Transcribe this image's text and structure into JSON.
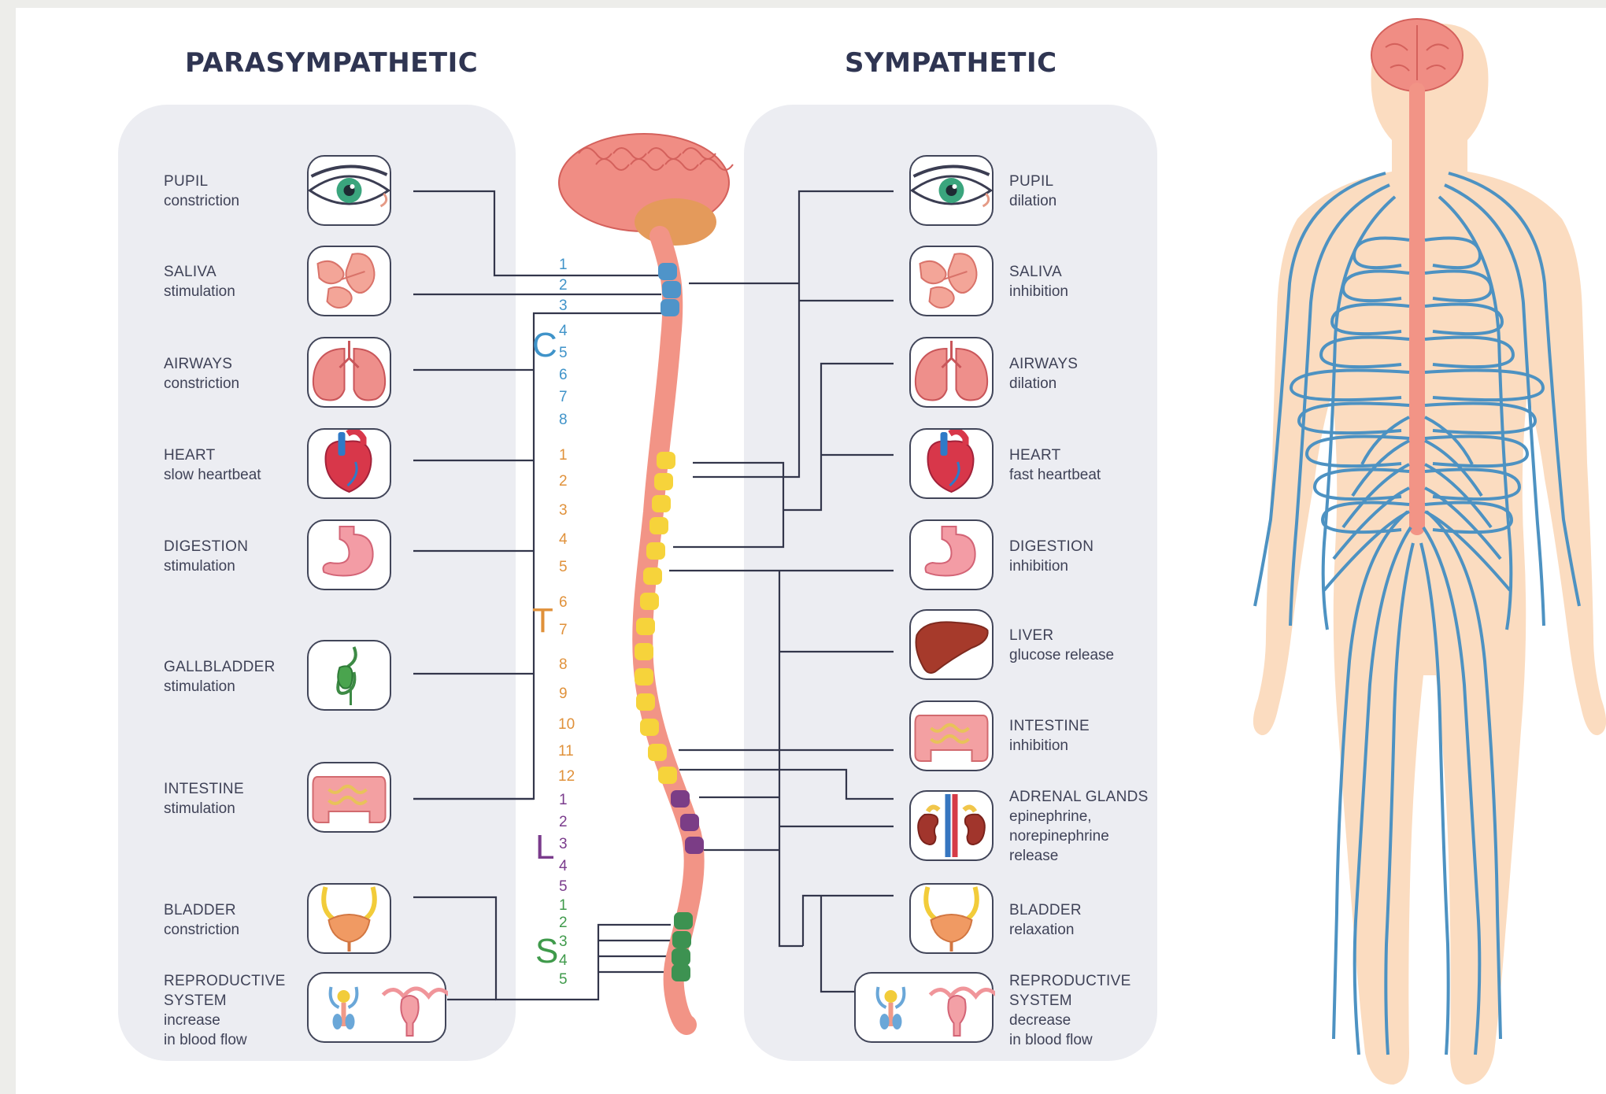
{
  "titles": {
    "parasympathetic": "PARASYMPATHETIC",
    "sympathetic": "SYMPATHETIC"
  },
  "parasympathetic": [
    {
      "organ": "PUPIL",
      "effect": [
        "constriction"
      ],
      "icon": "eye-icon"
    },
    {
      "organ": "SALIVA",
      "effect": [
        "stimulation"
      ],
      "icon": "salivary-gland-icon"
    },
    {
      "organ": "AIRWAYS",
      "effect": [
        "constriction"
      ],
      "icon": "lungs-icon"
    },
    {
      "organ": "HEART",
      "effect": [
        "slow heartbeat"
      ],
      "icon": "heart-icon"
    },
    {
      "organ": "DIGESTION",
      "effect": [
        "stimulation"
      ],
      "icon": "stomach-icon"
    },
    {
      "organ": "GALLBLADDER",
      "effect": [
        "stimulation"
      ],
      "icon": "gallbladder-icon"
    },
    {
      "organ": "INTESTINE",
      "effect": [
        "stimulation"
      ],
      "icon": "intestine-icon"
    },
    {
      "organ": "BLADDER",
      "effect": [
        "constriction"
      ],
      "icon": "bladder-icon"
    },
    {
      "organ": "REPRODUCTIVE",
      "organ2": "SYSTEM",
      "effect": [
        "increase",
        "in blood flow"
      ],
      "icon": "reproductive-organs-icon"
    }
  ],
  "sympathetic": [
    {
      "organ": "PUPIL",
      "effect": [
        "dilation"
      ],
      "icon": "eye-icon"
    },
    {
      "organ": "SALIVA",
      "effect": [
        "inhibition"
      ],
      "icon": "salivary-gland-icon"
    },
    {
      "organ": "AIRWAYS",
      "effect": [
        "dilation"
      ],
      "icon": "lungs-icon"
    },
    {
      "organ": "HEART",
      "effect": [
        "fast heartbeat"
      ],
      "icon": "heart-icon"
    },
    {
      "organ": "DIGESTION",
      "effect": [
        "inhibition"
      ],
      "icon": "stomach-icon"
    },
    {
      "organ": "LIVER",
      "effect": [
        "glucose release"
      ],
      "icon": "liver-icon"
    },
    {
      "organ": "INTESTINE",
      "effect": [
        "inhibition"
      ],
      "icon": "intestine-icon"
    },
    {
      "organ": "ADRENAL GLANDS",
      "effect": [
        "epinephrine,",
        "norepinephrine",
        "release"
      ],
      "icon": "adrenal-kidney-icon"
    },
    {
      "organ": "BLADDER",
      "effect": [
        "relaxation"
      ],
      "icon": "bladder-icon"
    },
    {
      "organ": "REPRODUCTIVE",
      "organ2": "SYSTEM",
      "effect": [
        "decrease",
        "in blood flow"
      ],
      "icon": "reproductive-organs-icon"
    }
  ],
  "spine_segments": [
    {
      "letter": "C",
      "color": "#3f93c9",
      "numbers": [
        "1",
        "2",
        "3",
        "4",
        "5",
        "6",
        "7",
        "8"
      ]
    },
    {
      "letter": "T",
      "color": "#e0913a",
      "numbers": [
        "1",
        "2",
        "3",
        "4",
        "5",
        "6",
        "7",
        "8",
        "9",
        "10",
        "11",
        "12"
      ]
    },
    {
      "letter": "L",
      "color": "#7a3b8c",
      "numbers": [
        "1",
        "2",
        "3",
        "4",
        "5"
      ]
    },
    {
      "letter": "S",
      "color": "#3f9a4b",
      "numbers": [
        "1",
        "2",
        "3",
        "4",
        "5"
      ]
    }
  ],
  "colors": {
    "panel": "#ecedf2",
    "line": "#33364b",
    "brain": "#f08d84",
    "spinal_cord": "#f29486",
    "body": "#fbdcc0",
    "nerves": "#4d92c2",
    "cervical": "#4f94c9",
    "thoracic": "#f6d33b",
    "lumbar": "#7b3d86",
    "sacral": "#3d9251"
  }
}
